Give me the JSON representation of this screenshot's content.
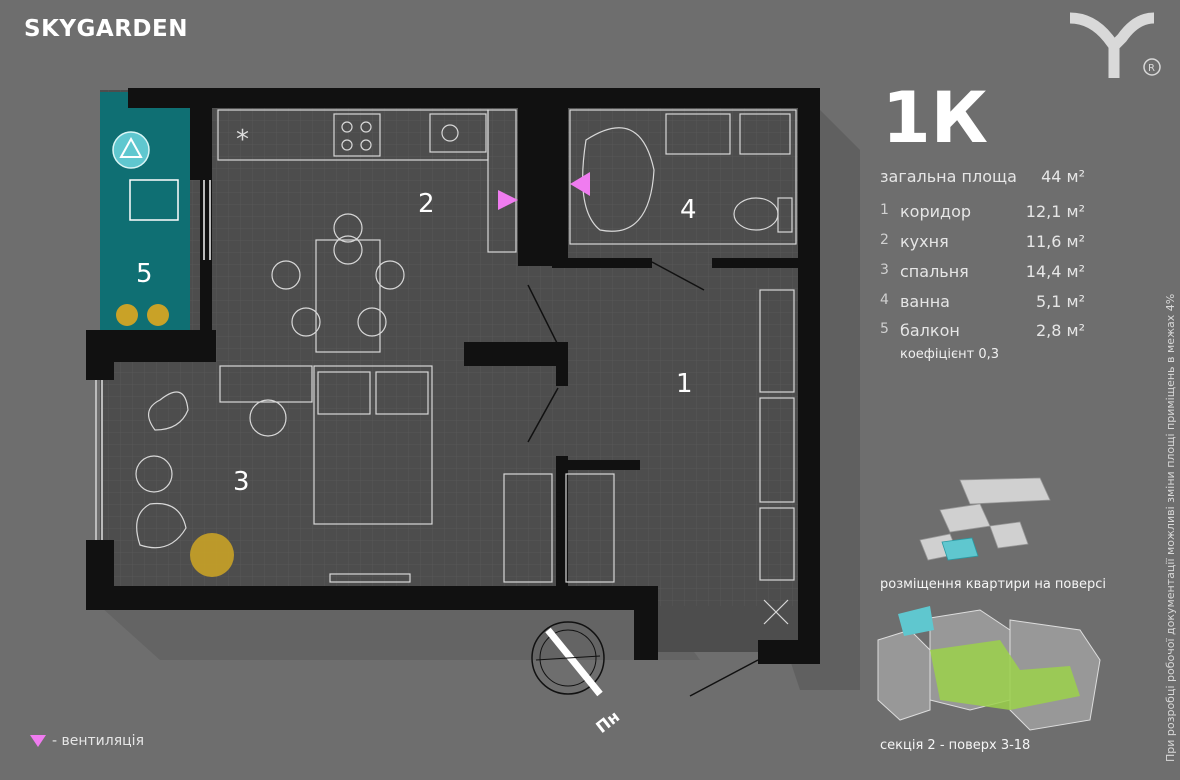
{
  "brand": "SKYGARDEN",
  "apartment_type": "1К",
  "total": {
    "label": "загальна площа",
    "value": "44 м²"
  },
  "rooms": [
    {
      "num": "1",
      "name": "коридор",
      "area": "12,1 м²"
    },
    {
      "num": "2",
      "name": "кухня",
      "area": "11,6 м²"
    },
    {
      "num": "3",
      "name": "спальня",
      "area": "14,4 м²"
    },
    {
      "num": "4",
      "name": "ванна",
      "area": "5,1 м²"
    },
    {
      "num": "5",
      "name": "балкон",
      "area": "2,8 м²"
    }
  ],
  "coefficient": "коефіцієнт 0,3",
  "floor_caption": "розміщення квартири на поверсі",
  "section_caption": "секція 2 - поверх 3-18",
  "legend": "- вентиляція",
  "disclaimer": "При розробці робочої документації можливі зміни площі приміщень в межах 4%",
  "compass_label": "Пн",
  "plan_labels": [
    "1",
    "2",
    "3",
    "4",
    "5"
  ],
  "colors": {
    "background": "#6e6e6e",
    "wall": "#111111",
    "balcony": "#0f6f73",
    "ventilation": "#f07cf0",
    "highlight_green": "#9bd14a",
    "highlight_teal": "#5fc7cf"
  }
}
